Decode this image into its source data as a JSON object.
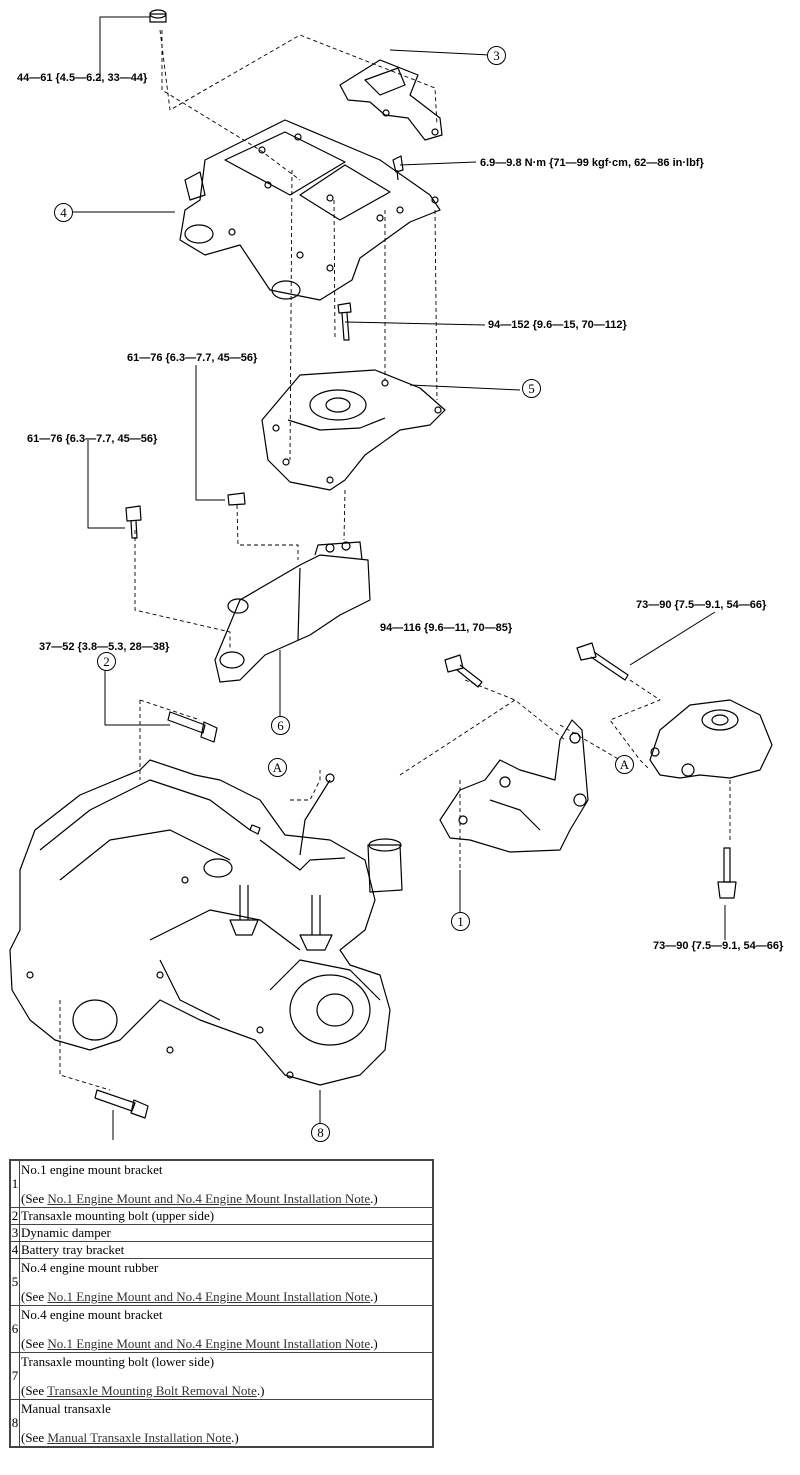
{
  "torque_labels": {
    "t_upper_left": "44—61 {4.5—6.2, 33—44}",
    "t_damper": "6.9—9.8 N·m {71—99 kgf·cm, 62—86 in·lbf}",
    "t_mount_bolt": "94—152 {9.6—15, 70—112}",
    "t_bracket_nut": "61—76 {6.3—7.7, 45—56}",
    "t_bracket_bolt": "61—76 {6.3—7.7, 45—56}",
    "t_upper_bolt": "37—52 {3.8—5.3, 28—38}",
    "t_no1_bolt": "94—116 {9.6—11, 70—85}",
    "t_right_upper": "73—90 {7.5—9.1, 54—66}",
    "t_right_lower": "73—90 {7.5—9.1, 54—66}"
  },
  "callouts": {
    "c1": "1",
    "c2": "2",
    "c3": "3",
    "c4": "4",
    "c5": "5",
    "c6": "6",
    "c8": "8",
    "a1": "A",
    "a2": "A"
  },
  "legend": [
    {
      "num": "1",
      "title": "No.1 engine mount bracket",
      "see": "(See ",
      "link": "No.1 Engine Mount and No.4 Engine Mount Installation Note",
      "end": ".)"
    },
    {
      "num": "2",
      "title": "Transaxle mounting bolt (upper side)"
    },
    {
      "num": "3",
      "title": "Dynamic damper"
    },
    {
      "num": "4",
      "title": "Battery tray bracket"
    },
    {
      "num": "5",
      "title": "No.4 engine mount rubber",
      "see": "(See ",
      "link": "No.1 Engine Mount and No.4 Engine Mount Installation Note",
      "end": ".)"
    },
    {
      "num": "6",
      "title": "No.4 engine mount bracket",
      "see": "(See ",
      "link": "No.1 Engine Mount and No.4 Engine Mount Installation Note",
      "end": ".)"
    },
    {
      "num": "7",
      "title": "Transaxle mounting bolt (lower side)",
      "see": "(See ",
      "link": "Transaxle Mounting Bolt Removal Note",
      "end": ".)"
    },
    {
      "num": "8",
      "title": "Manual transaxle",
      "see": "(See ",
      "link": "Manual Transaxle Installation Note",
      "end": ".)"
    }
  ]
}
